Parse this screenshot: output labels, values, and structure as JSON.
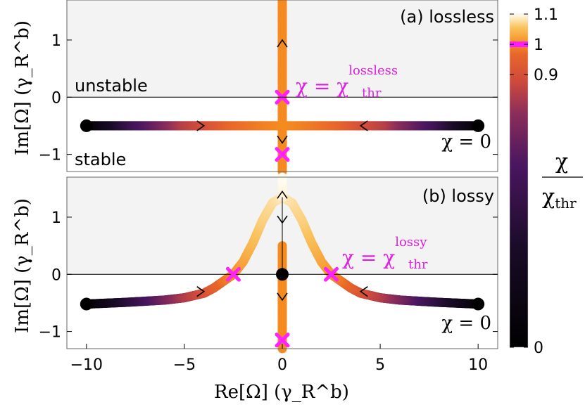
{
  "chart_data": [
    {
      "type": "scatter",
      "panel": "(a) lossless",
      "ylabel": "Im[Ω] (γ_R^b)",
      "xlim": [
        -11.0,
        11.0
      ],
      "ylim": [
        -1.3,
        1.7
      ],
      "yticks": [
        -1,
        0,
        1
      ],
      "ytick_labels": [
        "−1",
        "0",
        "1"
      ],
      "region_labels": {
        "upper": "unstable",
        "lower": "stable"
      },
      "series": [
        {
          "x": [
            -10,
            -7.5,
            -5,
            -2.5,
            0
          ],
          "y": [
            -0.5,
            -0.5,
            -0.5,
            -0.5,
            -0.5
          ],
          "color_ratio": [
            0,
            0.5,
            0.8,
            0.95,
            1.0
          ]
        },
        {
          "x": [
            10,
            7.5,
            5,
            2.5,
            0
          ],
          "y": [
            -0.5,
            -0.5,
            -0.5,
            -0.5,
            -0.5
          ],
          "color_ratio": [
            0,
            0.5,
            0.8,
            0.95,
            1.0
          ]
        },
        {
          "x": [
            0,
            0
          ],
          "y": [
            -0.5,
            1.7
          ],
          "color_ratio": [
            1.0,
            1.0
          ]
        },
        {
          "x": [
            0,
            0
          ],
          "y": [
            -0.5,
            -1.3
          ],
          "color_ratio": [
            1.0,
            1.0
          ]
        }
      ],
      "start_points": [
        {
          "x": -10,
          "y": -0.5
        },
        {
          "x": 10,
          "y": -0.5
        }
      ],
      "threshold_markers": [
        {
          "x": 0,
          "y": 0
        },
        {
          "x": 0,
          "y": -1
        }
      ],
      "annotations": {
        "threshold_prefix": "χ = χ",
        "threshold_sup": "lossless",
        "threshold_sub": "thr",
        "chi_zero": "χ = 0"
      }
    },
    {
      "type": "scatter",
      "panel": "(b) lossy",
      "xlabel": "Re[Ω] (γ_R^b)",
      "ylabel": "Im[Ω] (γ_R^b)",
      "xlim": [
        -11.0,
        11.0
      ],
      "ylim": [
        -1.3,
        1.7
      ],
      "xticks": [
        -10,
        -5,
        0,
        5,
        10
      ],
      "xtick_labels": [
        "−10",
        "−5",
        "0",
        "5",
        "10"
      ],
      "yticks": [
        -1,
        0,
        1
      ],
      "ytick_labels": [
        "−1",
        "0",
        "1"
      ],
      "series": [
        {
          "x": [
            -10,
            -8,
            -6,
            -5,
            -4,
            -3.5,
            -3,
            -2.5,
            -2,
            -1.5,
            -1,
            -0.5,
            0
          ],
          "y": [
            -0.52,
            -0.49,
            -0.45,
            -0.41,
            -0.33,
            -0.24,
            -0.12,
            0.0,
            0.22,
            0.55,
            0.95,
            1.25,
            1.35
          ],
          "color_ratio": [
            0,
            0.35,
            0.65,
            0.78,
            0.87,
            0.92,
            0.96,
            1.0,
            1.02,
            1.04,
            1.06,
            1.07,
            1.08
          ]
        },
        {
          "x": [
            10,
            8,
            6,
            5,
            4,
            3.5,
            3,
            2.5,
            2,
            1.5,
            1,
            0.5,
            0
          ],
          "y": [
            -0.52,
            -0.49,
            -0.45,
            -0.41,
            -0.33,
            -0.24,
            -0.12,
            0.0,
            0.22,
            0.55,
            0.95,
            1.25,
            1.35
          ],
          "color_ratio": [
            0,
            0.35,
            0.65,
            0.78,
            0.87,
            0.92,
            0.96,
            1.0,
            1.02,
            1.04,
            1.06,
            1.07,
            1.08
          ]
        },
        {
          "x": [
            0,
            0
          ],
          "y": [
            1.35,
            1.7
          ],
          "color_ratio": [
            1.09,
            1.1
          ]
        },
        {
          "x": [
            0,
            0
          ],
          "y": [
            0.5,
            -1.3
          ],
          "color_ratio": [
            1.0,
            1.0
          ]
        }
      ],
      "start_points": [
        {
          "x": -10,
          "y": -0.52
        },
        {
          "x": 10,
          "y": -0.52
        },
        {
          "x": 0,
          "y": 0
        }
      ],
      "threshold_markers": [
        {
          "x": -2.5,
          "y": 0
        },
        {
          "x": 2.5,
          "y": 0
        },
        {
          "x": 0,
          "y": -1.15
        }
      ],
      "annotations": {
        "threshold_prefix": "χ = χ",
        "threshold_sup": "lossy",
        "threshold_sub": "thr",
        "chi_zero": "χ = 0"
      }
    }
  ],
  "colorbar": {
    "label_num": "χ",
    "label_den": "χ",
    "label_den_sub": "thr",
    "range": [
      0,
      1.1
    ],
    "ticks": [
      {
        "value": 0,
        "label": "0"
      },
      {
        "value": 0.9,
        "label": "0.9"
      },
      {
        "value": 1.0,
        "label": "1"
      },
      {
        "value": 1.1,
        "label": "1.1"
      }
    ],
    "marker_value": 1.0,
    "marker_color": "#ff1aff"
  },
  "colors": {
    "marker": "#ff22ff",
    "label_magenta": "#e020e0",
    "unstable_bg": "#f3f3f3"
  }
}
